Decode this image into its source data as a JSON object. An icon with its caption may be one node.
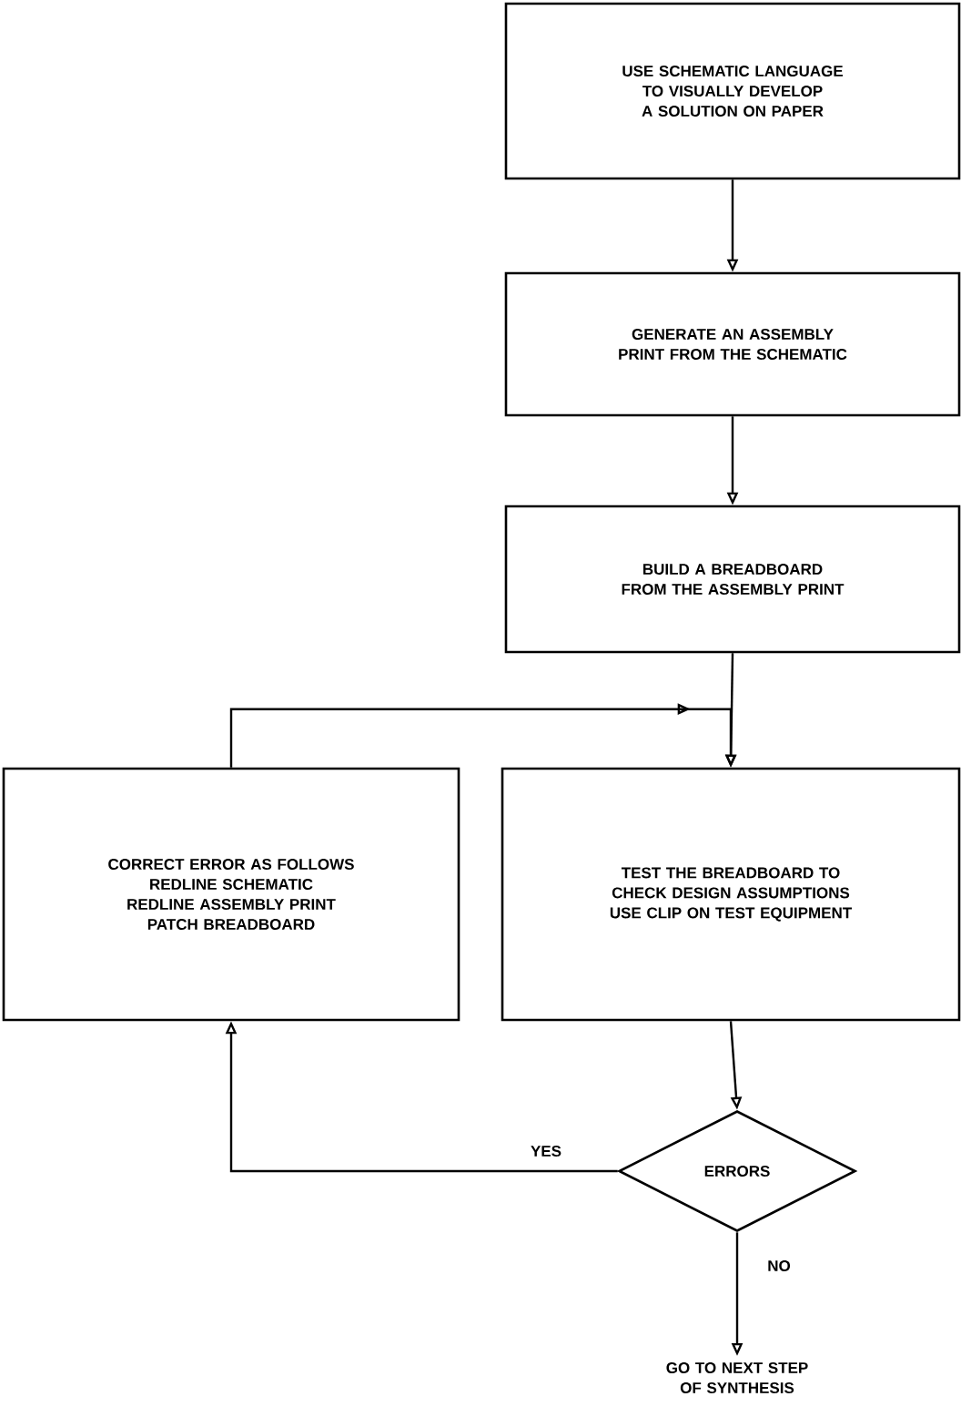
{
  "diagram": {
    "nodes": [
      {
        "text": [
          "USE SCHEMATIC LANGUAGE TO VISUALLY DEVELOP A SOLUTION ON PAPER"
        ]
      },
      {
        "text": [
          "GENERATE AN ASSEMBLY PRINT FROM THE SCHEMATIC"
        ]
      },
      {
        "text": [
          "BUILD A BREADBOARD FROM THE ASSEMBLY PRINT"
        ]
      },
      {
        "text": [
          "CORRECT ERROR AS FOLLOWS REDLINE SCHEMATIC REDLINE ASSEMBLY PRINT PATCH BREADBOARD"
        ]
      },
      {
        "text": [
          "TEST THE BREADBOARD TO CHECK DESIGN ASSUMPTIONS USE CLIP ON TEST EQUIPMENT"
        ]
      },
      {
        "text": [
          "ERRORS"
        ]
      },
      {
        "text": [
          "GO TO NEXT STEP OF SYNTHESIS"
        ]
      }
    ],
    "edges": [
      {
        "from": 0,
        "to": 1,
        "arrow": "to"
      },
      {
        "from": 1,
        "to": 2,
        "arrow": "to"
      },
      {
        "from": 2,
        "to": 4,
        "arrow": "to"
      },
      {
        "from": 4,
        "to": 5,
        "arrow": "to"
      },
      {
        "from": 5,
        "to": 3,
        "label": "YES",
        "arrow": "to"
      },
      {
        "from": 3,
        "to": 4,
        "arrow": "to"
      },
      {
        "from": 5,
        "to": 6,
        "label": "NO",
        "arrow": "to"
      }
    ]
  }
}
